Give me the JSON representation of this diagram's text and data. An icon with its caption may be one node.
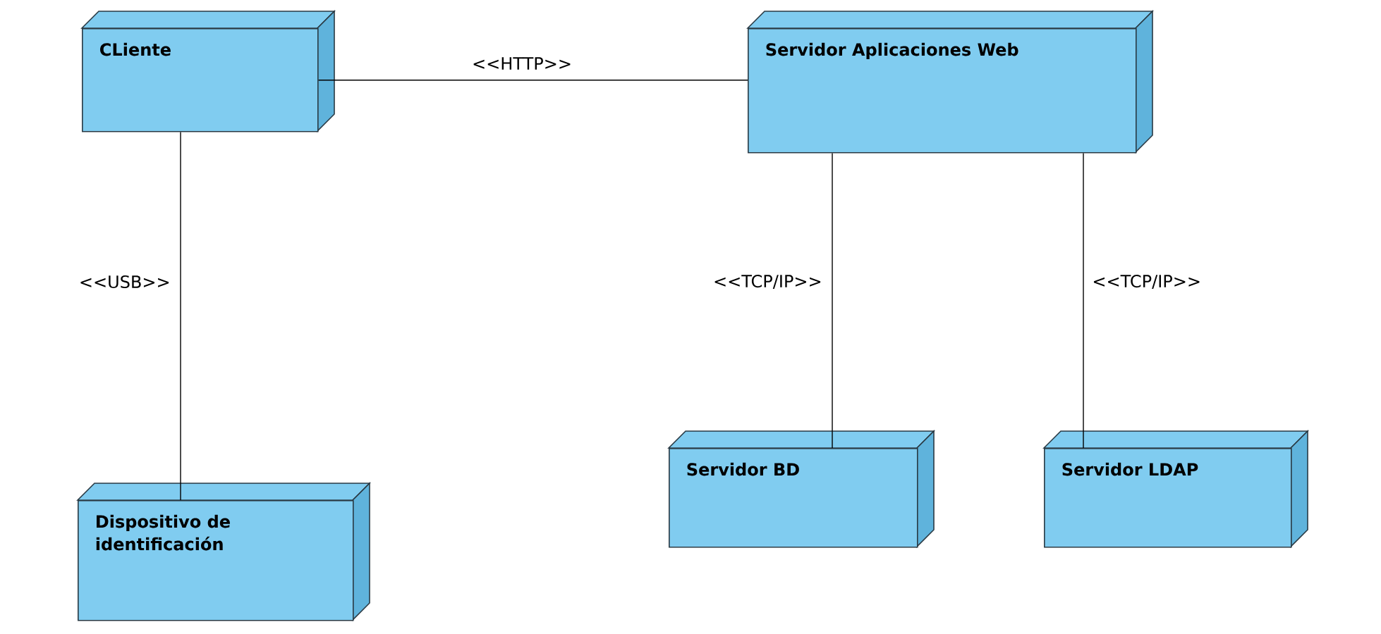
{
  "diagram": {
    "nodes": [
      {
        "text": [
          "CLiente"
        ]
      },
      {
        "text": [
          "Servidor Aplicaciones Web"
        ]
      },
      {
        "text": [
          "Dispositivo de identificación"
        ]
      },
      {
        "text": [
          "Servidor BD"
        ]
      },
      {
        "text": [
          "Servidor LDAP"
        ]
      }
    ],
    "edges": [
      {
        "from": 0,
        "to": 1,
        "arrow": "none",
        "label": "<<HTTP>>"
      },
      {
        "from": 0,
        "to": 2,
        "arrow": "none",
        "label": "<<USB>>"
      },
      {
        "from": 1,
        "to": 3,
        "arrow": "none",
        "label": "<<TCP/IP>>"
      },
      {
        "from": 1,
        "to": 4,
        "arrow": "none",
        "label": "<<TCP/IP>>"
      }
    ]
  }
}
